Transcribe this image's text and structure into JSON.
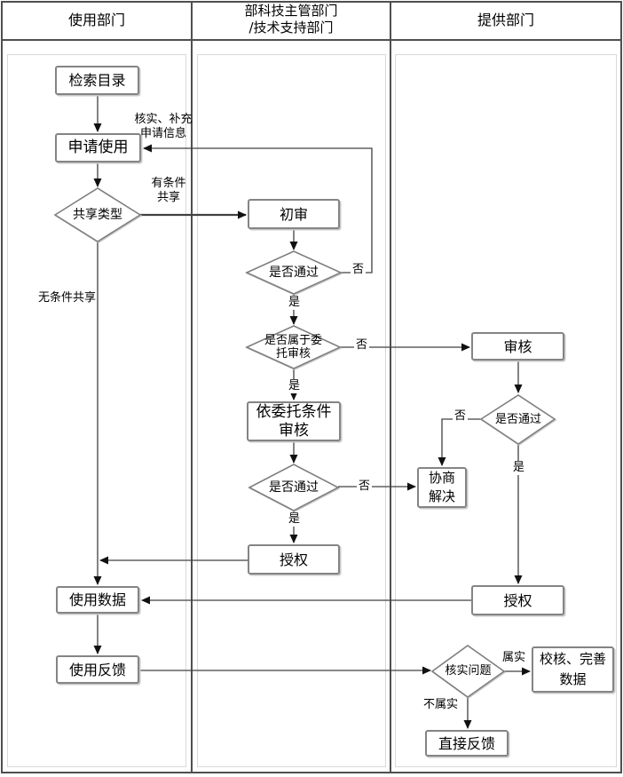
{
  "lanes": [
    {
      "label": "使用部门"
    },
    {
      "label": "部科技主管部门\n/技术支持部门"
    },
    {
      "label": "提供部门"
    }
  ],
  "nodes": {
    "search_catalog": "检索目录",
    "apply_use": "申请使用",
    "share_type": "共享类型",
    "initial_review": "初审",
    "initial_pass": "是否通过",
    "delegated_check": "是否属于委\n托审核",
    "delegated_review": "依委托条件\n审核",
    "delegated_pass": "是否通过",
    "authorize_mid": "授权",
    "provider_review": "审核",
    "provider_pass": "是否通过",
    "negotiate": "协商\n解决",
    "authorize_provider": "授权",
    "use_data": "使用数据",
    "use_feedback": "使用反馈",
    "verify_issue": "核实问题",
    "correct_data": "校核、完善\n数据",
    "direct_feedback": "直接反馈"
  },
  "labels": {
    "verify_supplement": "核实、补充\n申请信息",
    "conditional": "有条件\n共享",
    "unconditional": "无条件共享",
    "yes": "是",
    "no": "否",
    "is_true": "属实",
    "not_true": "不属实"
  },
  "colors": {
    "lane_border": "#4f4f4f",
    "inner_border": "#d9d9d9",
    "node_border": "#848484",
    "flow_line": "#404040",
    "arrowhead": "#111111",
    "text": "#000000",
    "background": "#ffffff"
  }
}
